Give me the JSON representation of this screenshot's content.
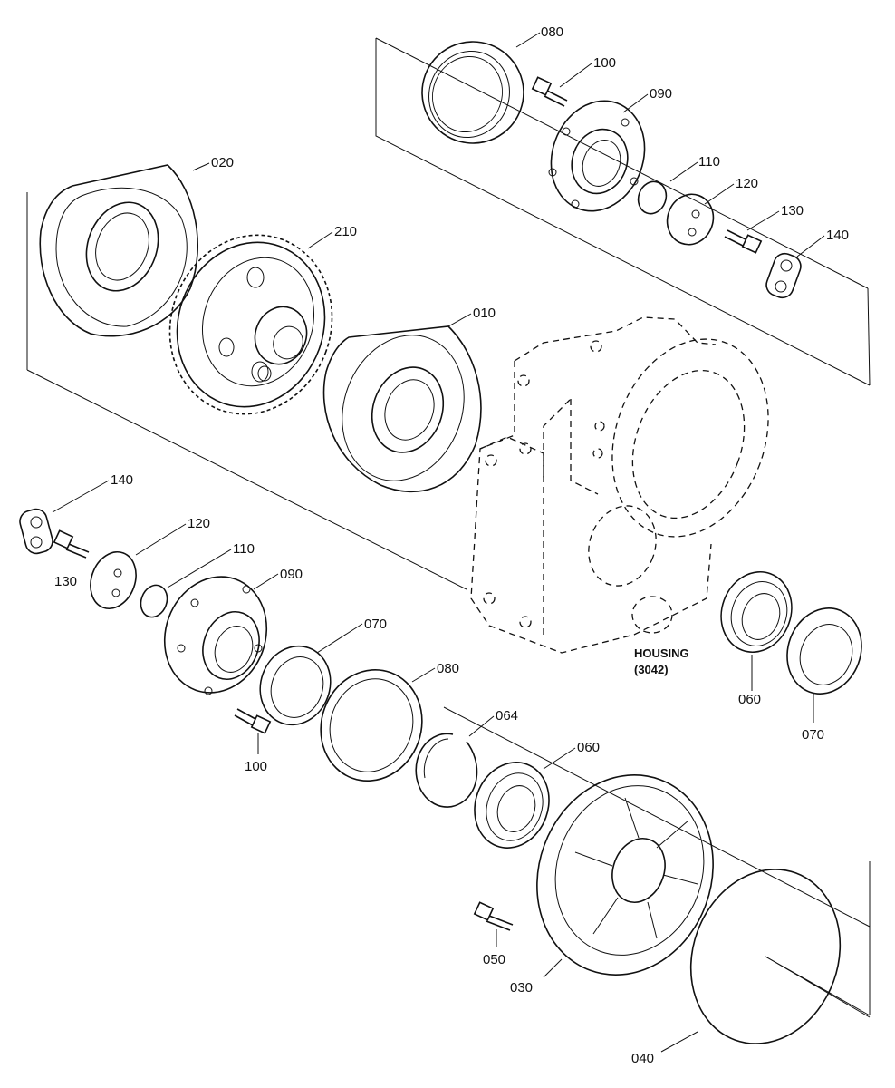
{
  "parts": {
    "p010": "010",
    "p020": "020",
    "p030": "030",
    "p040": "040",
    "p050": "050",
    "p060a": "060",
    "p060b": "060",
    "p064": "064",
    "p070a": "070",
    "p070b": "070",
    "p080a": "080",
    "p080b": "080",
    "p090a": "090",
    "p090b": "090",
    "p100a": "100",
    "p100b": "100",
    "p110a": "110",
    "p110b": "110",
    "p120a": "120",
    "p120b": "120",
    "p130a": "130",
    "p130b": "130",
    "p140a": "140",
    "p140b": "140",
    "p210": "210"
  },
  "housing": {
    "name": "HOUSING",
    "code": "(3042)"
  }
}
